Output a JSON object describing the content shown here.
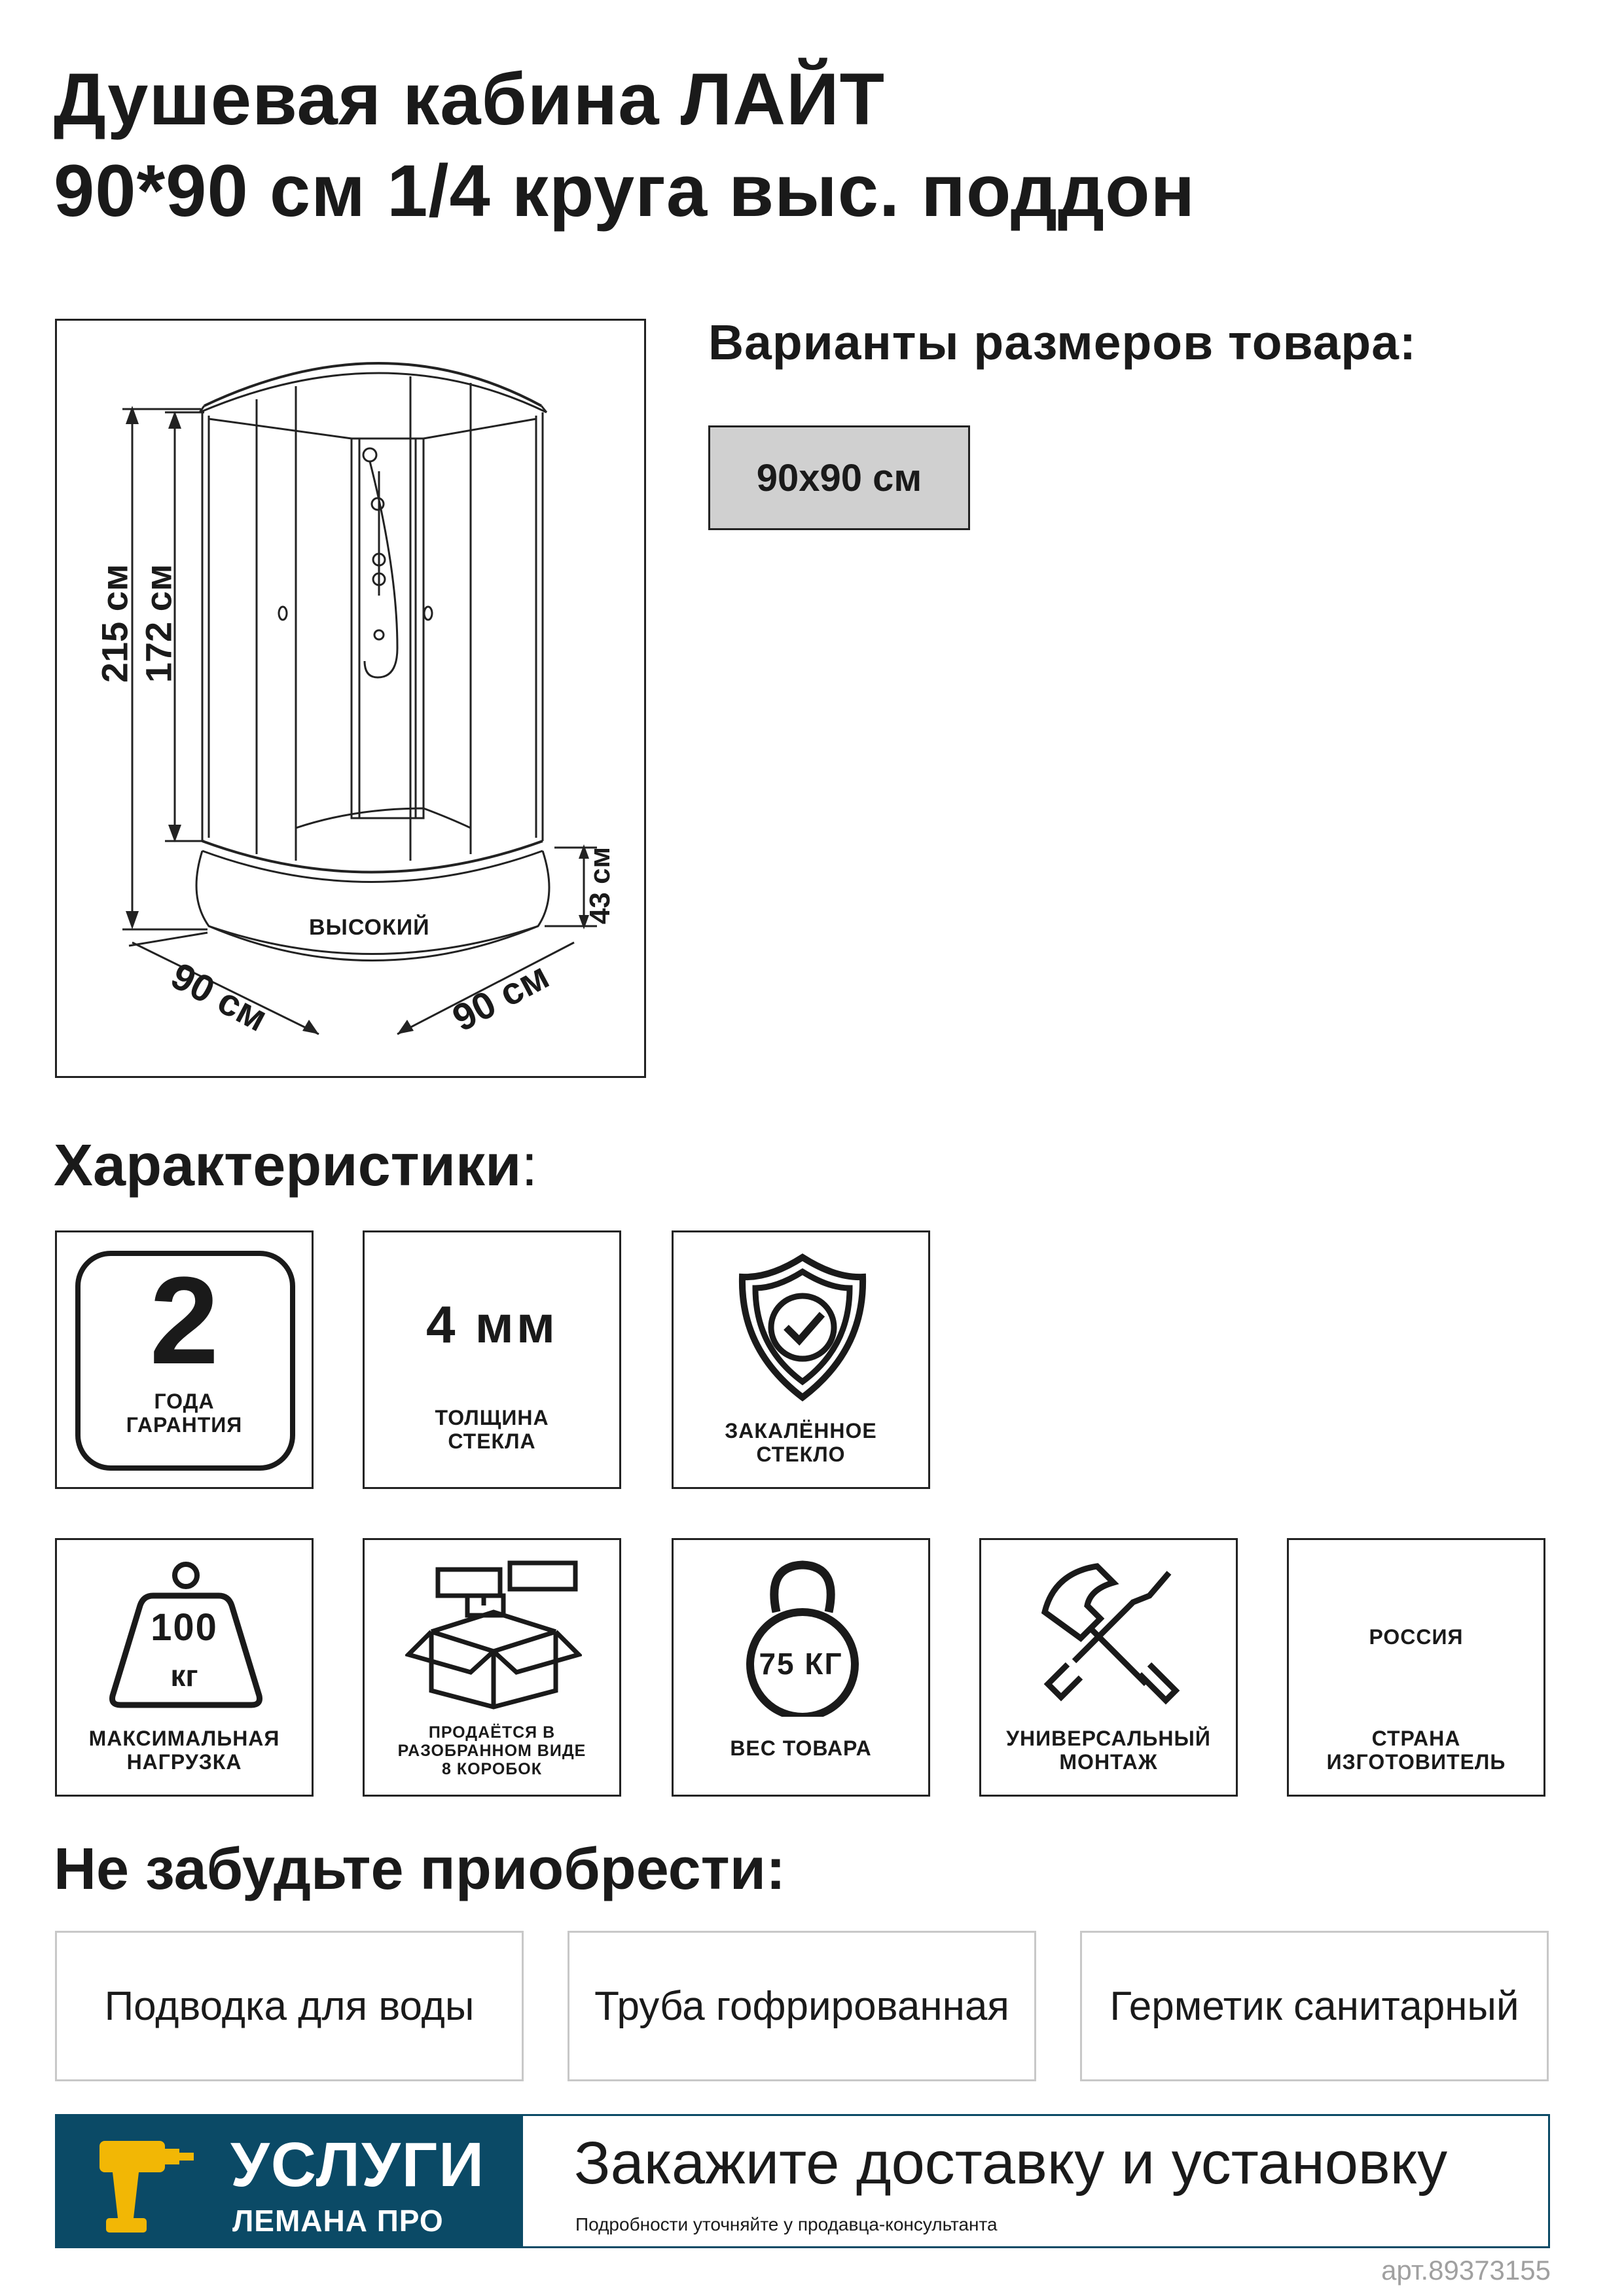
{
  "title": "Душевая кабина  ЛАЙТ\n90*90 см 1/4 круга выс. поддон",
  "diagram": {
    "height_total": "215 см",
    "height_glass": "172 см",
    "height_tray": "43 см",
    "tray_label": "ВЫСОКИЙ",
    "width_left": "90 см",
    "width_right": "90 см"
  },
  "sizes": {
    "heading": "Варианты размеров товара:",
    "options": [
      "90х90 см"
    ]
  },
  "characteristics": {
    "heading": "Характеристики",
    "heading_suffix": ":",
    "row1": [
      {
        "icon": "warranty-badge-icon",
        "value": "2",
        "label": "ГОДА\nГАРАНТИЯ"
      },
      {
        "icon": "",
        "value": "4 мм",
        "label": "ТОЛЩИНА\nСТЕКЛА"
      },
      {
        "icon": "shield-check-icon",
        "value": "",
        "label": "ЗАКАЛЁННОЕ\nСТЕКЛО"
      }
    ],
    "row2": [
      {
        "icon": "weight-icon",
        "value_top": "100",
        "value_bottom": "кг",
        "label": "МАКСИМАЛЬНАЯ\nНАГРУЗКА"
      },
      {
        "icon": "boxes-icon",
        "label": "ПРОДАЁТСЯ В\nРАЗОБРАННОМ ВИДЕ\n8 КОРОБОК"
      },
      {
        "icon": "kettlebell-icon",
        "value": "75 КГ",
        "label": "ВЕС ТОВАРА"
      },
      {
        "icon": "tools-icon",
        "label": "УНИВЕРСАЛЬНЫЙ\nМОНТАЖ"
      },
      {
        "icon": "",
        "value": "РОССИЯ",
        "label": "СТРАНА\nИЗГОТОВИТЕЛЬ"
      }
    ]
  },
  "accessories": {
    "heading": "Не забудьте приобрести:",
    "items": [
      "Подводка для воды",
      "Труба гофрированная",
      "Герметик санитарный"
    ]
  },
  "banner": {
    "brand_title": "УСЛУГИ",
    "brand_subtitle": "ЛЕМАНА ПРО",
    "headline": "Закажите доставку и установку",
    "note": "Подробности уточняйте у продавца-консультанта",
    "brand_color": "#0b4a66",
    "accent_color": "#f2b705"
  },
  "article": "арт.89373155"
}
